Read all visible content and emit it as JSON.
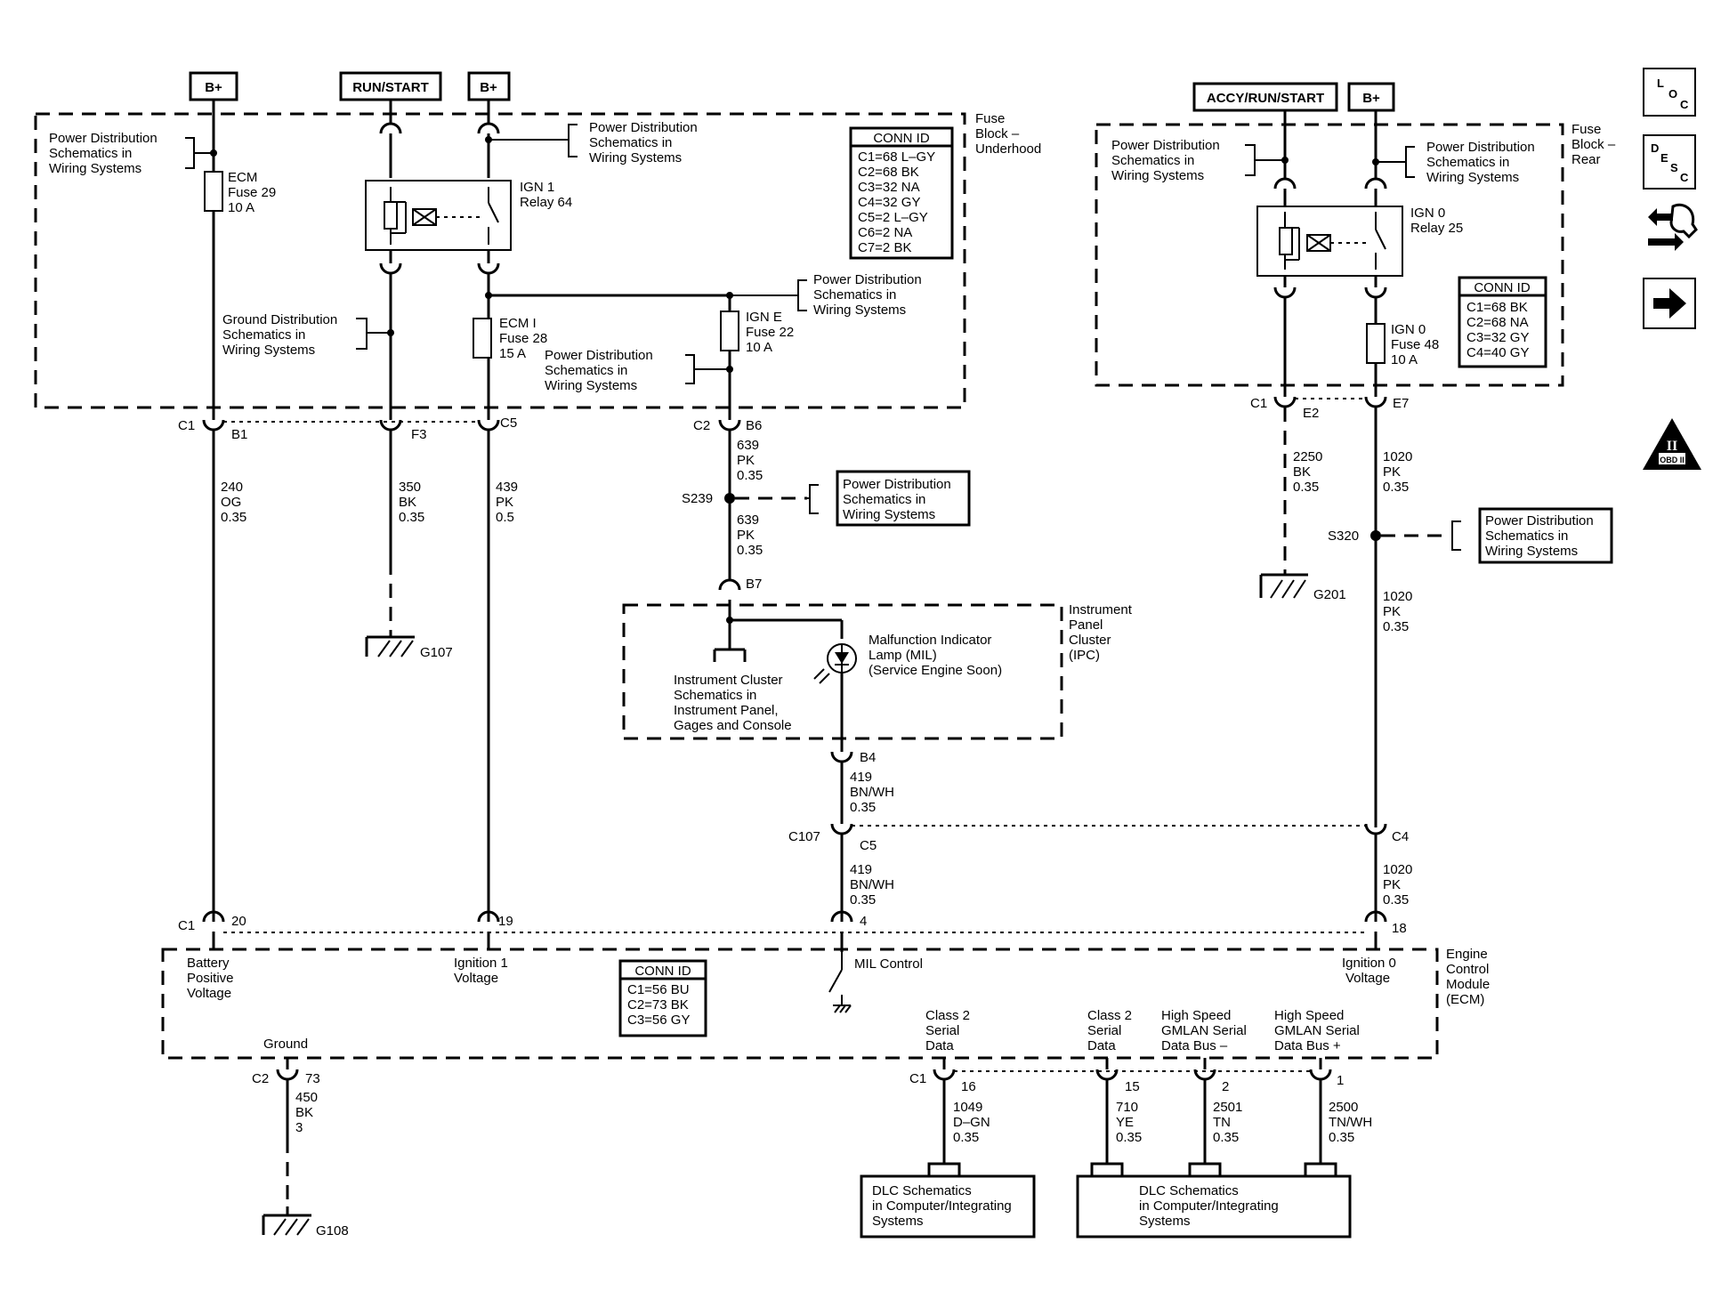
{
  "power_sources": {
    "bplus": "B+",
    "run_start": "RUN/START",
    "accy_run_start": "ACCY/RUN/START"
  },
  "pd_ref": [
    "Power Distribution",
    "Schematics in",
    "Wiring  Systems"
  ],
  "pd_ref_left": [
    "Power Distribution",
    "Schematics in",
    "Wiring  Systems"
  ],
  "gd_ref": [
    "Ground Distribution",
    "Schematics in",
    "Wiring Systems"
  ],
  "fuse_block_underhood": {
    "title": [
      "Fuse",
      "Block –",
      "Underhood"
    ],
    "ecm_fuse": [
      "ECM",
      "Fuse 29",
      "10 A"
    ],
    "relay": [
      "IGN 1",
      "Relay 64"
    ],
    "ecmi_fuse": [
      "ECM I",
      "Fuse 28",
      "15 A"
    ],
    "igne_fuse": [
      "IGN E",
      "Fuse 22",
      "10 A"
    ],
    "conn_title": "CONN ID",
    "conn": [
      "C1=68 L–GY",
      "C2=68 BK",
      "C3=32 NA",
      "C4=32 GY",
      "C5=2 L–GY",
      "C6=2 NA",
      "C7=2 BK"
    ]
  },
  "fuse_block_rear": {
    "title": [
      "Fuse",
      "Block –",
      "Rear"
    ],
    "relay": [
      "IGN 0",
      "Relay 25"
    ],
    "fuse": [
      "IGN 0",
      "Fuse 48",
      "10 A"
    ],
    "conn_title": "CONN ID",
    "conn": [
      "C1=68 BK",
      "C2=68 NA",
      "C3=32 GY",
      "C4=40 GY"
    ]
  },
  "connectors": {
    "c1": "C1",
    "b1": "B1",
    "f3": "F3",
    "c5": "C5",
    "c2": "C2",
    "b6": "B6",
    "e2": "E2",
    "e7": "E7",
    "b7": "B7",
    "b4": "B4",
    "c107": "C107",
    "c5b": "C5",
    "c4": "C4",
    "p20": "20",
    "p19": "19",
    "p4": "4",
    "p18": "18",
    "ecm_c2": "C2",
    "p73": "73",
    "ecm_c1": "C1",
    "p16": "16",
    "p15": "15",
    "p2": "2",
    "p1": "1"
  },
  "wires": {
    "w240": [
      "240",
      "OG",
      "0.35"
    ],
    "w350": [
      "350",
      "BK",
      "0.35"
    ],
    "w439": [
      "439",
      "PK",
      "0.5"
    ],
    "w639a": [
      "639",
      "PK",
      "0.35"
    ],
    "w639b": [
      "639",
      "PK",
      "0.35"
    ],
    "w2250": [
      "2250",
      "BK",
      "0.35"
    ],
    "w1020a": [
      "1020",
      "PK",
      "0.35"
    ],
    "w1020b": [
      "1020",
      "PK",
      "0.35"
    ],
    "w419a": [
      "419",
      "BN/WH",
      "0.35"
    ],
    "w419b": [
      "419",
      "BN/WH",
      "0.35"
    ],
    "w1020c": [
      "1020",
      "PK",
      "0.35"
    ],
    "w450": [
      "450",
      "BK",
      "3"
    ],
    "w1049": [
      "1049",
      "D–GN",
      "0.35"
    ],
    "w710": [
      "710",
      "YE",
      "0.35"
    ],
    "w2501": [
      "2501",
      "TN",
      "0.35"
    ],
    "w2500": [
      "2500",
      "TN/WH",
      "0.35"
    ]
  },
  "splices": {
    "s239": "S239",
    "s320": "S320"
  },
  "grounds": {
    "g107": "G107",
    "g201": "G201",
    "g108": "G108"
  },
  "ipc": {
    "title": [
      "Instrument",
      "Panel",
      "Cluster",
      "(IPC)"
    ],
    "mil": [
      "Malfunction Indicator",
      "Lamp (MIL)",
      "(Service Engine Soon)"
    ],
    "cluster_ref": [
      "Instrument Cluster",
      "Schematics in",
      "Instrument Panel,",
      "Gages and Console"
    ]
  },
  "ecm": {
    "title": [
      "Engine",
      "Control",
      "Module",
      "(ECM)"
    ],
    "battery": [
      "Battery",
      "Positive",
      "Voltage"
    ],
    "ign1": [
      "Ignition 1",
      "Voltage"
    ],
    "mil_control": "MIL Control",
    "ign0": [
      "Ignition 0",
      "Voltage"
    ],
    "ground": "Ground",
    "class2_a": [
      "Class 2",
      "Serial",
      "Data"
    ],
    "class2_b": [
      "Class 2",
      "Serial",
      "Data"
    ],
    "hs_minus": [
      "High Speed",
      "GMLAN Serial",
      "Data Bus –"
    ],
    "hs_plus": [
      "High Speed",
      "GMLAN Serial",
      "Data Bus +"
    ],
    "conn_title": "CONN ID",
    "conn": [
      "C1=56 BU",
      "C2=73 BK",
      "C3=56 GY"
    ]
  },
  "dlc_a": [
    "DLC Schematics",
    "in Computer/Integrating",
    "Systems"
  ],
  "dlc_b": [
    "DLC Schematics",
    "in Computer/Integrating",
    "Systems"
  ],
  "nav_icons": {
    "loc": [
      "L",
      "O",
      "C"
    ],
    "desc": [
      "D",
      "E",
      "S",
      "C"
    ],
    "obd": [
      "II",
      "OBD II"
    ]
  }
}
